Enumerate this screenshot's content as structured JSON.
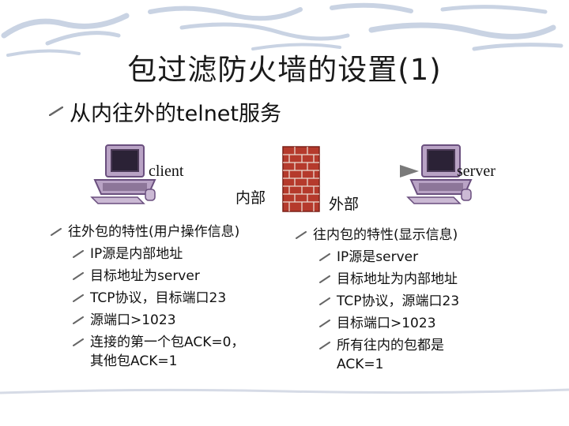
{
  "slide": {
    "title": "包过滤防火墙的设置(1)",
    "subtitle": "从内往外的telnet服务"
  },
  "diagram": {
    "client_label": "client",
    "server_label": "server",
    "inside_label": "内部",
    "outside_label": "外部"
  },
  "left_list": {
    "heading": "往外包的特性(用户操作信息)",
    "items": [
      "IP源是内部地址",
      "目标地址为server",
      "TCP协议，目标端口23",
      "源端口>1023",
      "连接的第一个包ACK=0，",
      "其他包ACK=1"
    ]
  },
  "right_list": {
    "heading": "往内包的特性(显示信息)",
    "items": [
      "IP源是server",
      "目标地址为内部地址",
      "TCP协议，源端口23",
      "目标端口>1023",
      "所有往内的包都是",
      "ACK=1"
    ]
  },
  "colors": {
    "deco_stroke": "#c9d3e3",
    "computer_body": "#b9a3c5",
    "computer_dark": "#6a4f7e",
    "brick": "#b53a2c",
    "arrow": "#7a7a7a"
  }
}
